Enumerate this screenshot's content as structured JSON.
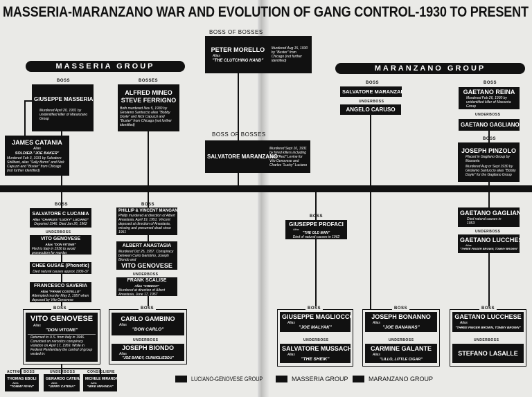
{
  "title": "MASSERIA-MARANZANO WAR AND EVOLUTION OF GANG CONTROL-1930 TO PRESENT",
  "groups": {
    "masseria": "MASSERIA GROUP",
    "maranzano": "MARANZANO GROUP"
  },
  "roles": {
    "boss": "BOSS",
    "bosses": "BOSSES",
    "underboss": "UNDERBOSS",
    "boss_of_bosses": "BOSS OF BOSSES",
    "acting_boss": "ACTING BOSS",
    "consigliere": "CONSIGLIERE"
  },
  "alias": "Alias",
  "people": {
    "morello": {
      "name": "PETER MORELLO",
      "nick": "\"THE CLUTCHING HAND\"",
      "note": "Murdered Aug 15, 1930 by \"Buster\" from Chicago (not further identified)"
    },
    "masseria": {
      "name": "GIUSEPPE MASSERIA",
      "note": "Murdered April 20, 1931 by unidentified killer of Maranzano Group"
    },
    "mineo": {
      "name": "ALFRED MINEO",
      "name2": "STEVE FERRIGNO",
      "note": "Both murdered Nov 5, 1930 by Girolamo Santuccio alias \"Bobby Doyle\" and Nick Capuzzi and \"Buster\" from Chicago (not further identified)"
    },
    "catania": {
      "name": "JAMES CATANIA",
      "nick": "SOLDIER-\"JOE BAKER\"",
      "note": "Murdered Feb 3, 1931 by Salvatore Shillitani, alias \"Sally Burns\" and Nick Capuzzi and \"Buster\" from Chicago (not further identified)"
    },
    "maranzano_bob": {
      "name": "SALVATORE MARANZANO",
      "note": "Murdered Sept 10, 1931 by hired killers including Sam \"Red\" Levine for Vito Genovese and Charles \"Lucky\" Luciano"
    },
    "maranzano_boss": {
      "name": "SALVATORE MARANZANO"
    },
    "caruso": {
      "name": "ANGELO CARUSO"
    },
    "reina": {
      "name": "GAETANO REINA",
      "note": "Murdered Feb 26, 1930 by unidentified killer of Masseria Group"
    },
    "gagliano_ub": {
      "name": "GAETANO GAGLIANO"
    },
    "pinzolo": {
      "name": "JOSEPH PINZOLO",
      "note": "Placed in Gagliano Group by Masseria",
      "note2": "Murdered Aug or Sept 1930 by Girolamo Santuccio alias \"Bobby Doyle\" for the Gagliano Group"
    },
    "luciano": {
      "name": "SALVATORE C LUCANIA",
      "nick": "Alias \"CHARLES \"LUCKY\" LUCIANO\"",
      "note": "Deported 1946. Died Jan 26, 1962"
    },
    "genovese_ub": {
      "name": "VITO GENOVESE",
      "nick": "Alias \"DON VITONE\"",
      "note": "Fled to Italy in 1936 to avoid prosecution for murder."
    },
    "chee": {
      "name": "CHEE GUSAE (Phonetic)",
      "note": "Died natural causes approx 1936-37"
    },
    "costello": {
      "name": "FRANCESCO SAVERIA",
      "nick": "Alias \"FRANK COSTELLO\"",
      "note": "Attempted murder May 2, 1957 when deposed by Vito Genovese"
    },
    "genovese_boss": {
      "name": "VITO GENOVESE",
      "nick": "\"DON VITONE\"",
      "note": "Returned to U.S. from Italy in 1946. Convicted on narcotics conspiracy violation on April 17, 1959. While in Federal Penitentiary the control of group vested in:"
    },
    "eboli": {
      "name": "THOMAS EBOLI",
      "nick": "\"TOMMY RYAN\""
    },
    "catena": {
      "name": "GERARDO CATENA",
      "nick": "\"JERRY CATENA\""
    },
    "miranda": {
      "name": "MICHELE MIRANDA",
      "nick": "\"MIKE MIRANDA\""
    },
    "mangano": {
      "name": "PHILLIP & VINCENT MANGANO",
      "note": "Phillip murdered at direction of Albert Anastasia, April 19, 1951. Vincent deposed at direction of Anastasia, missing and presumed dead since 1951"
    },
    "anastasia": {
      "name": "ALBERT ANASTASIA",
      "note": "Murdered Oct 25, 1957. Conspiracy between Carlo Gambino, Joseph Biondo and",
      "name2": "VITO GENOVESE"
    },
    "scalise": {
      "name": "FRANK SCALISE",
      "nick": "Alias \"CHEECH\"",
      "note": "Murdered at direction of Albert Anastasia, June 17, 1957"
    },
    "gambino": {
      "name": "CARLO GAMBINO",
      "nick": "\"DON CARLO\""
    },
    "biondo": {
      "name": "JOSEPH BIONDO",
      "nick": "\"JOE BANDY, CUNNIGLIEDDU\""
    },
    "profaci": {
      "name": "GIUSEPPE PROFACI",
      "nick": "\"THE OLD MAN\"",
      "note": "Died of natural causes in 1962"
    },
    "gagliano_boss": {
      "name": "GAETANO GAGLIANO",
      "note": "Died natural causes in 1953"
    },
    "lucchese_ub": {
      "name": "GAETANO LUCCHESE",
      "nick": "\"THREE FINGER BROWN, TOMMY BROWN\""
    },
    "magliocco": {
      "name": "GIUSEPPE MAGLIOCCO",
      "nick": "\"JOE MALYAK\""
    },
    "mussachio": {
      "name": "SALVATORE MUSSACHIO",
      "nick": "\"THE SHEIK\""
    },
    "bonanno": {
      "name": "JOSEPH BONANNO",
      "nick": "\"JOE BANANAS\""
    },
    "galante": {
      "name": "CARMINE GALANTE",
      "nick": "\"LILLO, LITTLE CIGAR\""
    },
    "lucchese_boss": {
      "name": "GAETANO LUCCHESE",
      "nick": "\"THREE FINGER BROWN, TOMMY BROWN\""
    },
    "lasalle": {
      "name": "STEFANO LASALLE"
    }
  },
  "legend": [
    "LUCIANO-GENOVESE GROUP",
    "MASSERIA GROUP",
    "MARANZANO GROUP"
  ]
}
